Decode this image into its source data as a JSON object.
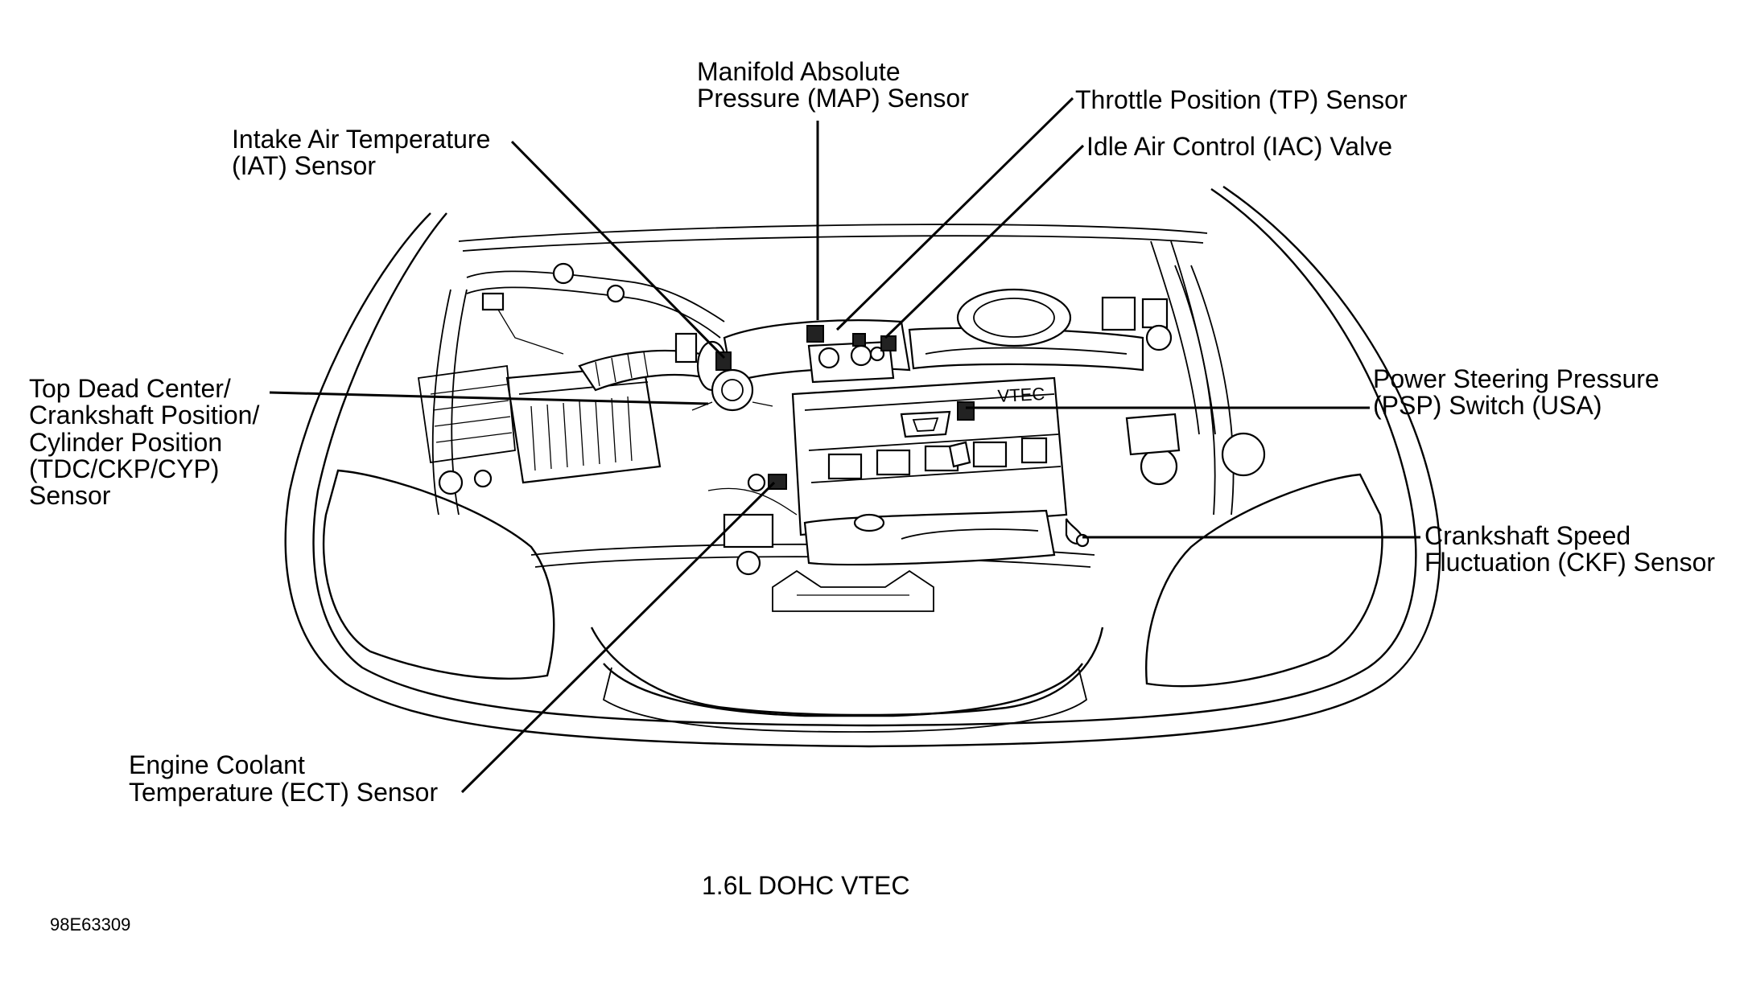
{
  "labels": {
    "map_1": "Manifold Absolute",
    "map_2": "Pressure (MAP) Sensor",
    "tp": "Throttle Position (TP) Sensor",
    "iac": "Idle Air Control (IAC) Valve",
    "iat_1": "Intake Air Temperature",
    "iat_2": "(IAT) Sensor",
    "tdc_1": "Top Dead Center/",
    "tdc_2": "Crankshaft Position/",
    "tdc_3": "Cylinder Position",
    "tdc_4": "(TDC/CKP/CYP)",
    "tdc_5": "Sensor",
    "psp_1": "Power Steering Pressure",
    "psp_2": "(PSP) Switch (USA)",
    "ckf_1": "Crankshaft Speed",
    "ckf_2": "Fluctuation (CKF) Sensor",
    "ect_1": "Engine Coolant",
    "ect_2": "Temperature (ECT) Sensor",
    "engine_emblem": "VTEC"
  },
  "caption": "1.6L DOHC VTEC",
  "figure_id": "98E63309"
}
